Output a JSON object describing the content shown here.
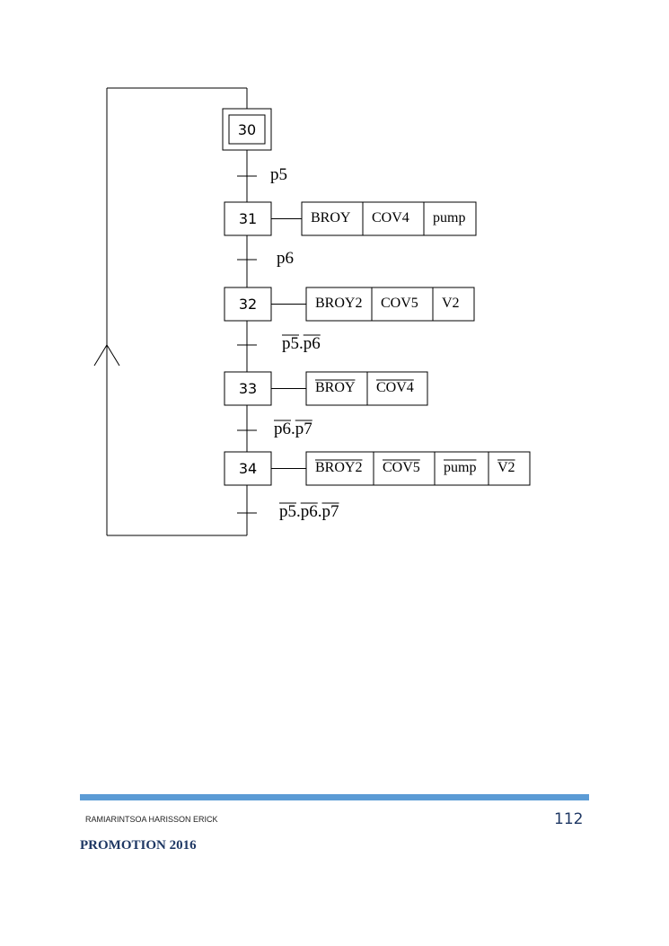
{
  "diagram": {
    "type": "grafcet",
    "steps": [
      {
        "id": "30",
        "initial": true
      },
      {
        "id": "31",
        "initial": false
      },
      {
        "id": "32",
        "initial": false
      },
      {
        "id": "33",
        "initial": false
      },
      {
        "id": "34",
        "initial": false
      }
    ],
    "transitions": [
      {
        "from": "30",
        "to": "31",
        "terms": [
          {
            "text": "p5",
            "negated": false
          }
        ]
      },
      {
        "from": "31",
        "to": "32",
        "terms": [
          {
            "text": "p6",
            "negated": false
          }
        ]
      },
      {
        "from": "32",
        "to": "33",
        "terms": [
          {
            "text": "p5",
            "negated": true
          },
          {
            "text": "p6",
            "negated": true
          }
        ]
      },
      {
        "from": "33",
        "to": "34",
        "terms": [
          {
            "text": "p6",
            "negated": true
          },
          {
            "text": "p7",
            "negated": true
          }
        ]
      },
      {
        "from": "34",
        "to": "30",
        "terms": [
          {
            "text": "p5",
            "negated": true
          },
          {
            "text": "p6",
            "negated": true
          },
          {
            "text": "p7",
            "negated": true
          }
        ]
      }
    ],
    "actions": {
      "31": [
        {
          "text": "BROY",
          "negated": false
        },
        {
          "text": "COV4",
          "negated": false
        },
        {
          "text": "pump",
          "negated": false
        }
      ],
      "32": [
        {
          "text": "BROY2",
          "negated": false
        },
        {
          "text": "COV5",
          "negated": false
        },
        {
          "text": "V2",
          "negated": false
        }
      ],
      "33": [
        {
          "text": "BROY",
          "negated": true
        },
        {
          "text": "COV4",
          "negated": true
        }
      ],
      "34": [
        {
          "text": "BROY2",
          "negated": true
        },
        {
          "text": "COV5",
          "negated": true
        },
        {
          "text": "pump",
          "negated": true
        },
        {
          "text": "V2",
          "negated": true
        }
      ]
    },
    "condition_separator": ". "
  },
  "footer": {
    "author": "RAMIARINTSOA HARISSON ERICK",
    "page_number": "112",
    "promotion": "PROMOTION 2016",
    "bar_color": "#5b9bd5",
    "text_color": "#1f3864"
  }
}
